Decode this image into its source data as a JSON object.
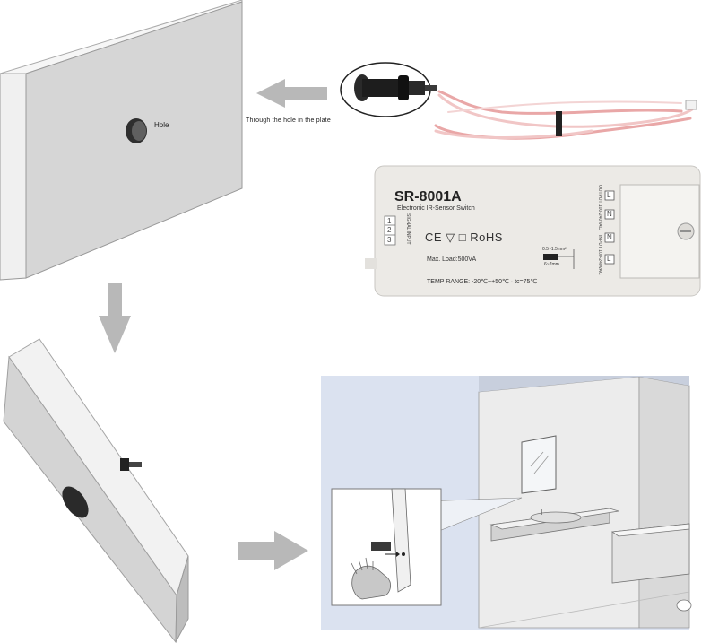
{
  "labels": {
    "hole": "Hole",
    "through_hole": "Through  the  hole in the plate"
  },
  "device": {
    "model": "SR-8001A",
    "description": "Electronic IR-Sensor Switch",
    "certifications": "CE  ▽  □  RoHS",
    "max_load": "Max. Load:500VA",
    "temp_range": "TEMP RANGE: -20℃~+50℃  · tc=75℃",
    "wire_spec": "0.5~1.5mm²",
    "strip_length": "6~7mm",
    "signal_input_label": "SIGNAL INPUT",
    "output_label": "OUTPUT 100-240VAC",
    "input_label": "INPUT 100-240VAC",
    "terminal_numbers": [
      "1",
      "2",
      "3"
    ],
    "terminal_letters": [
      "L",
      "N",
      "N",
      "L"
    ]
  },
  "colors": {
    "arrow": "#b8b8b8",
    "panel_face": "#d6d6d6",
    "panel_edge": "#ececec",
    "scene_bg": "#dbe2f0",
    "box_body": "#eceae6",
    "cable_pink": "#e9a7a7"
  }
}
